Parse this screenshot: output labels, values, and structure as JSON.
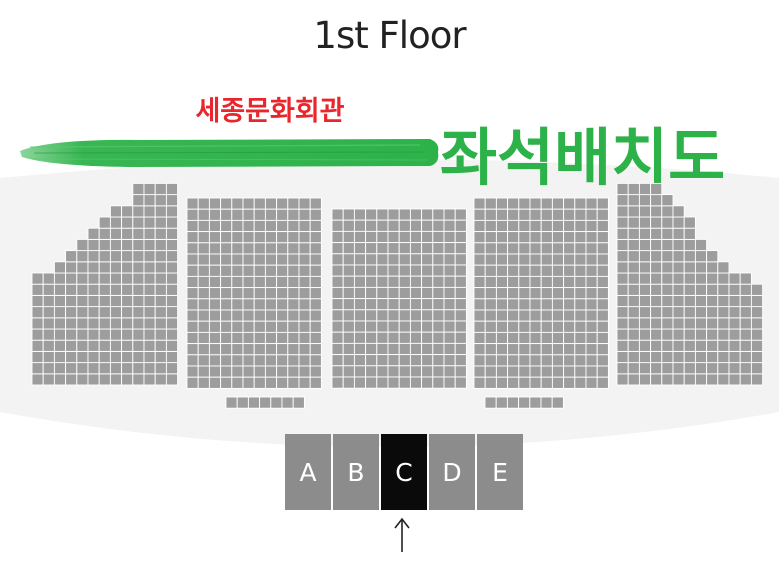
{
  "header": {
    "title": "1st Floor",
    "venue": "세종문화회관",
    "chart_label": "좌석배치도"
  },
  "colors": {
    "seat": "#9d9d9d",
    "section_default": "#8c8c8c",
    "section_active": "#0a0a0a",
    "venue_text": "#e8262b",
    "chart_label_text": "#2db24a",
    "hall_bg": "#f3f3f3"
  },
  "sections": {
    "a": {
      "label": "A",
      "active": false
    },
    "b": {
      "label": "B",
      "active": false
    },
    "c": {
      "label": "C",
      "active": true
    },
    "d": {
      "label": "D",
      "active": false
    },
    "e": {
      "label": "E",
      "active": false
    }
  },
  "icons": {
    "pointer": "up-arrow-icon",
    "brush": "green-brush-stroke"
  }
}
